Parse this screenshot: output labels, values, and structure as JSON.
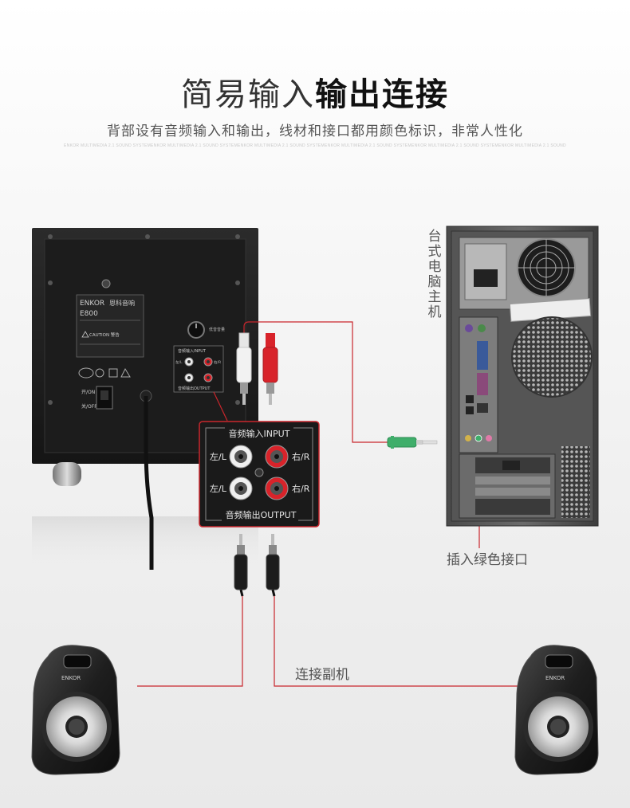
{
  "header": {
    "title_light": "简易输入",
    "title_bold": "输出连接",
    "subtitle": "背部设有音频输入和输出，线材和接口都用颜色标识，非常人性化",
    "tagline": "ENKOR MULTIMEDIA 2.1 SOUND SYSTEMENKOR MULTIMEDIA 2.1 SOUND SYSTEMENKOR MULTIMEDIA 2.1 SOUND SYSTEMENKOR MULTIMEDIA 2.1 SOUND SYSTEMENKOR MULTIMEDIA 2.1 SOUND SYSTEMENKOR MULTIMEDIA 2.1 SOUND"
  },
  "subwoofer": {
    "brand": "ENKOR",
    "brand_cn": "恩科音响",
    "model": "E800",
    "caution": "CAUTION 警告",
    "volume_label": "低音音量",
    "input_small": "音频输入INPUT",
    "output_small": "音频输出OUTPUT",
    "left_small": "左/L",
    "right_small": "右/R",
    "power_on": "开/ON",
    "power_off": "关/OFF"
  },
  "panel": {
    "input_label": "音频输入INPUT",
    "output_label": "音频输出OUTPUT",
    "left": "左/L",
    "right": "右/R"
  },
  "pc": {
    "label": "台式电脑主机",
    "note": "插入绿色接口"
  },
  "satellites": {
    "note": "连接副机",
    "brand": "ENKOR"
  },
  "colors": {
    "line": "#c9262c",
    "jack_green": "#3fae6a",
    "rca_red": "#d8232a",
    "rca_white": "#eeeeee"
  }
}
